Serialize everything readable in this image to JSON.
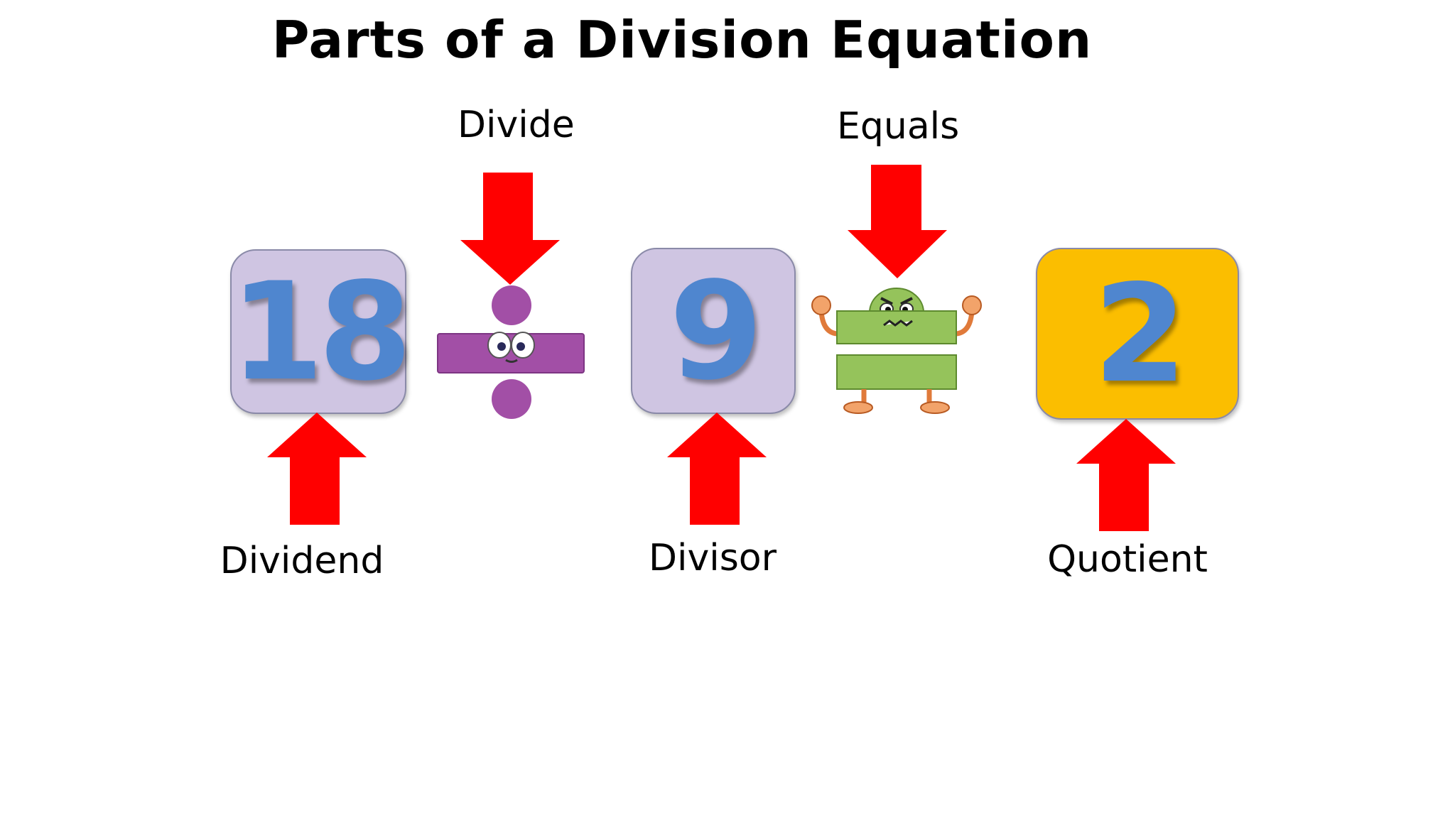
{
  "title": "Parts of a Division Equation",
  "dividend": {
    "value": "18",
    "label": "Dividend"
  },
  "divide_label": "Divide",
  "divisor": {
    "value": "9",
    "label": "Divisor"
  },
  "equals_label": "Equals",
  "quotient": {
    "value": "2",
    "label": "Quotient"
  },
  "colors": {
    "arrow": "#ff0000",
    "number": "#4f86cf",
    "box_lavender": "#cfc5e2",
    "box_gold": "#fbbe00",
    "divide_symbol": "#a24fa6",
    "equals_symbol": "#95c35b"
  },
  "icons": [
    "arrow-down-icon",
    "arrow-up-icon",
    "division-sign-character",
    "equals-sign-character"
  ]
}
